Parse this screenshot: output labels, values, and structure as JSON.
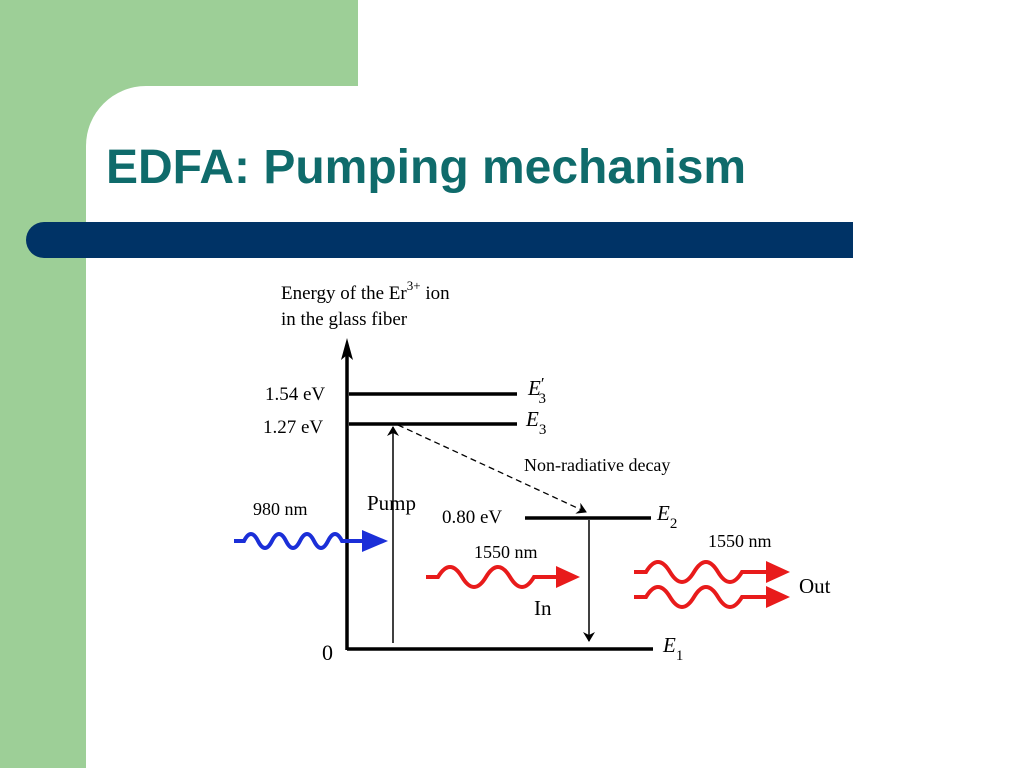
{
  "slide": {
    "title": "EDFA: Pumping mechanism"
  },
  "diagram": {
    "axis_label_line1": "Energy of the Er",
    "axis_label_sup": "3+",
    "axis_label_line1_end": " ion",
    "axis_label_line2": "in the glass fiber",
    "levels": {
      "e3p": {
        "energy": "1.54 eV",
        "name": "E",
        "prime": "′",
        "sub": "3"
      },
      "e3": {
        "energy": "1.27 eV",
        "name": "E",
        "sub": "3"
      },
      "e2": {
        "energy": "0.80 eV",
        "name": "E",
        "sub": "2"
      },
      "e1": {
        "energy": "0",
        "name": "E",
        "sub": "1"
      }
    },
    "nonrad_label": "Non-radiative decay",
    "pump_label": "Pump",
    "pump_wavelength": "980 nm",
    "signal_in_wavelength": "1550 nm",
    "in_label": "In",
    "signal_out_wavelength": "1550 nm",
    "out_label": "Out",
    "colors": {
      "pump_wave": "#1b2fd8",
      "signal_wave": "#e81b1b",
      "title": "#0f6b6b",
      "bar": "#003366",
      "side": "#9dcf97"
    }
  }
}
